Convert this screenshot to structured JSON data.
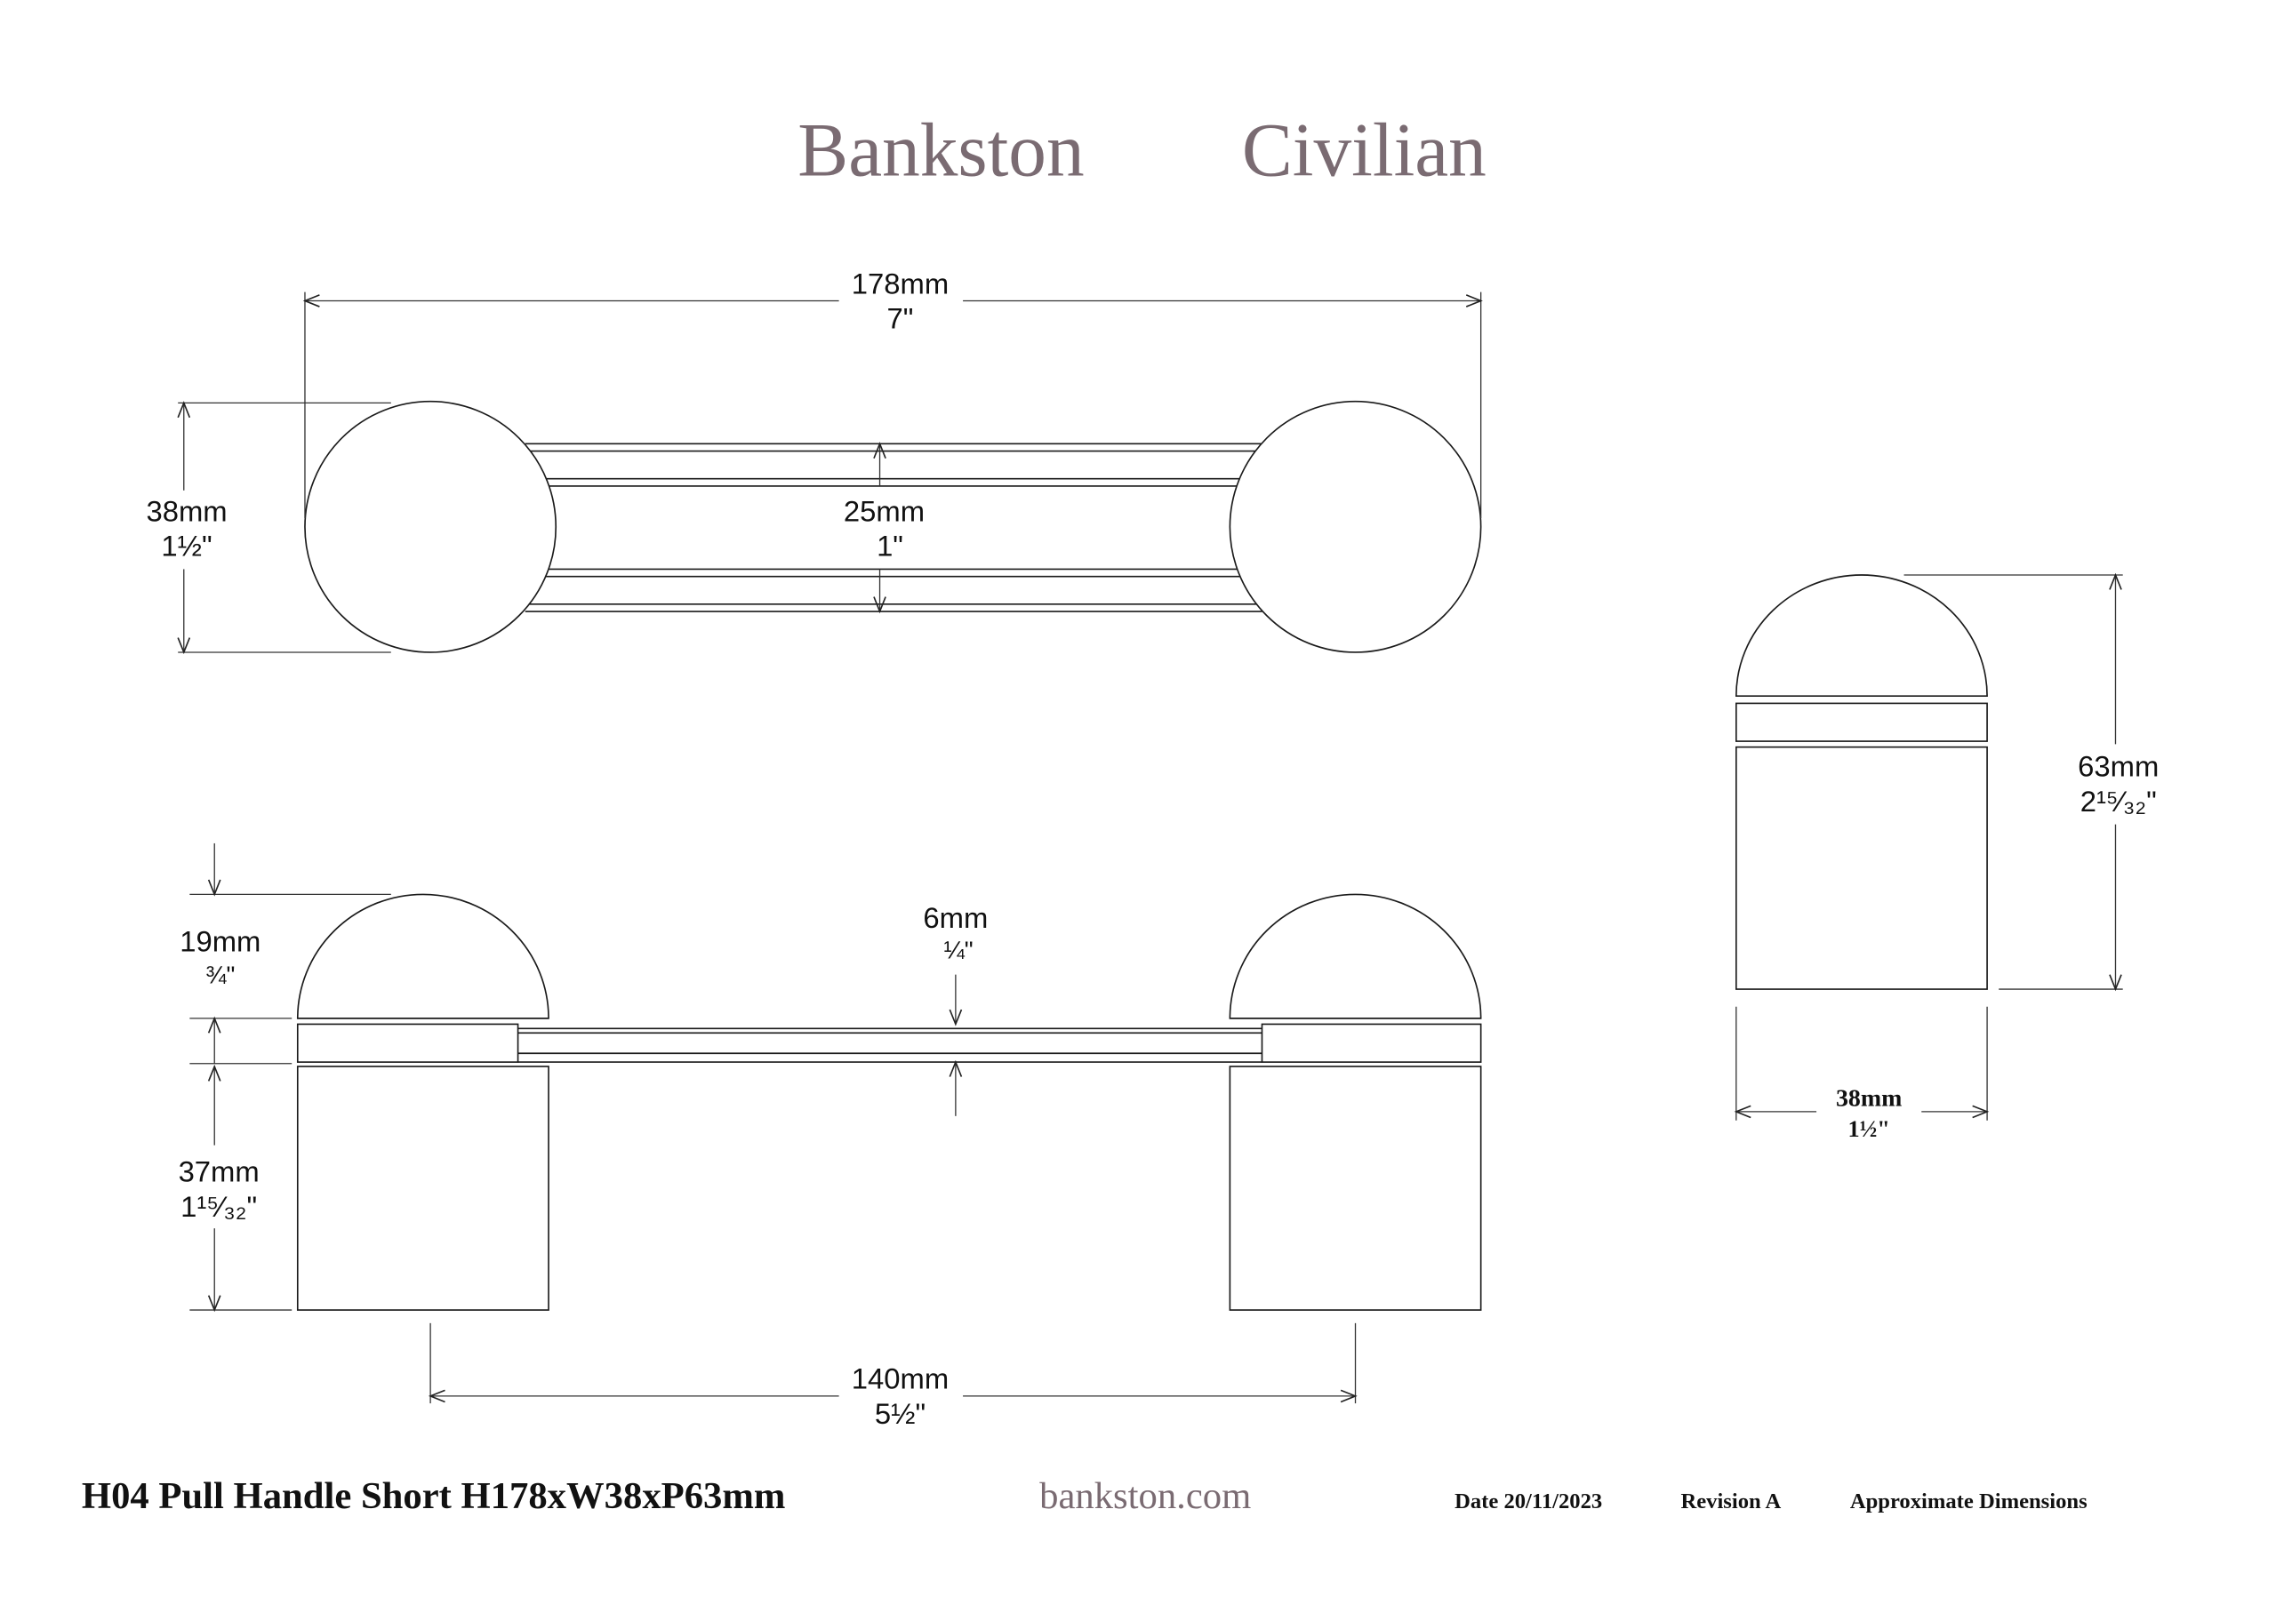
{
  "header": {
    "brand_left": "Bankston",
    "brand_right": "Civilian"
  },
  "top_view": {
    "overall_mm": "178mm",
    "overall_in": "7\"",
    "knob_dia_mm": "38mm",
    "knob_dia_in": "1½\"",
    "bar_gap_mm": "25mm",
    "bar_gap_in": "1\""
  },
  "side_view": {
    "dome_mm": "19mm",
    "dome_in": "¾\"",
    "bar_mm": "6mm",
    "bar_in": "¼\"",
    "body_mm": "37mm",
    "body_in": "1¹⁵⁄₃₂\"",
    "centers_mm": "140mm",
    "centers_in": "5½\""
  },
  "end_view": {
    "projection_mm": "63mm",
    "projection_in": "2¹⁵⁄₃₂\"",
    "width_mm": "38mm",
    "width_in": "1½\""
  },
  "footer": {
    "product": "H04 Pull Handle Short H178xW38xP63mm",
    "website": "bankston.com",
    "date": "Date 20/11/2023",
    "revision": "Revision  A",
    "note": "Approximate Dimensions"
  },
  "colors": {
    "brand": "#7a6b72",
    "line": "#1a1a1a"
  }
}
